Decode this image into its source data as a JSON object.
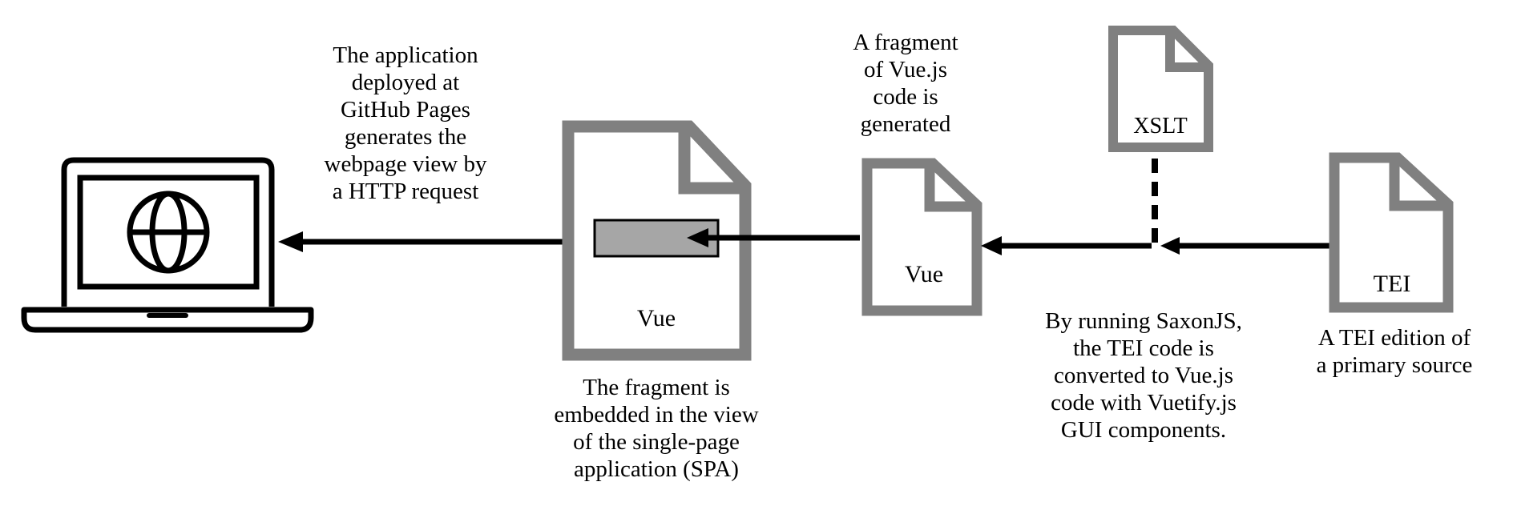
{
  "documents": {
    "vue_large": {
      "label": "Vue"
    },
    "vue_small": {
      "label": "Vue"
    },
    "xslt": {
      "label": "XSLT"
    },
    "tei": {
      "label": "TEI"
    }
  },
  "captions": {
    "application": [
      "The application",
      "deployed at",
      "GitHub Pages",
      "generates the",
      "webpage view by",
      "a HTTP request"
    ],
    "embedded": [
      "The fragment is",
      "embedded in the view",
      "of the single-page",
      "application (SPA)"
    ],
    "fragment": [
      "A fragment",
      "of Vue.js",
      "code is",
      "generated"
    ],
    "saxon": [
      "By running SaxonJS,",
      "the TEI code is",
      "converted to Vue.js",
      "code with Vuetify.js",
      "GUI components."
    ],
    "tei_edition": [
      "A TEI edition of",
      "a primary source"
    ]
  },
  "icons": {
    "laptop": "laptop-icon",
    "globe": "globe-icon",
    "document": "document-icon"
  },
  "colors": {
    "doc_gray": "#808080",
    "fragment_fill": "#a6a6a6",
    "line": "#000000"
  }
}
